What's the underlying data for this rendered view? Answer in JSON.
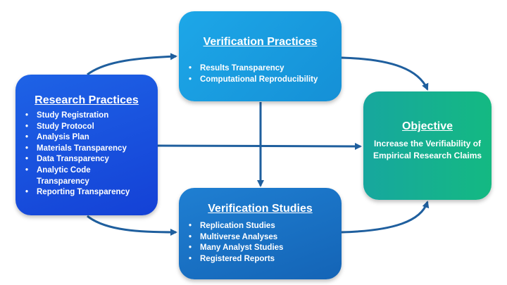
{
  "research_practices": {
    "title": "Research Practices",
    "items": [
      "Study Registration",
      "Study Protocol",
      "Analysis Plan",
      "Materials Transparency",
      "Data Transparency",
      "Analytic Code",
      "Transparency",
      "Reporting Transparency"
    ]
  },
  "verification_practices": {
    "title": "Verification Practices",
    "items": [
      "Results Transparency",
      "Computational Reproducibility"
    ]
  },
  "verification_studies": {
    "title": "Verification Studies",
    "items": [
      "Replication Studies",
      "Multiverse Analyses",
      "Many Analyst Studies",
      "Registered Reports"
    ]
  },
  "objective": {
    "title": "Objective",
    "text": "Increase the Verifiability of Empirical Research Claims"
  },
  "colors": {
    "arrow": "#1f5f9e",
    "research_practices": "#1b52e0",
    "verification_practices": "#1a9de1",
    "verification_studies": "#1671c4",
    "objective": "#16af90"
  }
}
